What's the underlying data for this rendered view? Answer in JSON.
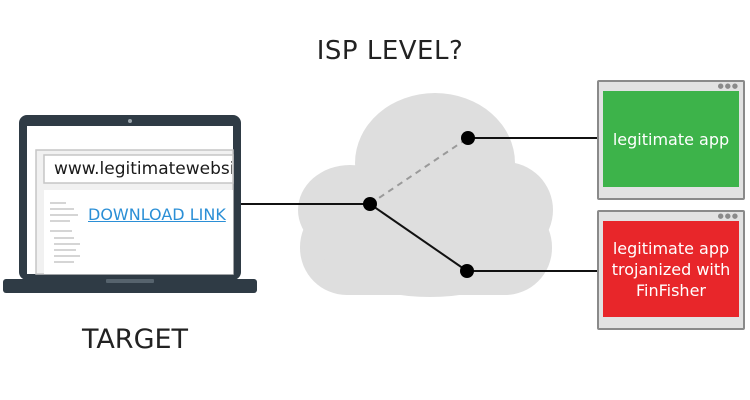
{
  "diagram": {
    "isp_label": "ISP LEVEL?",
    "target_label": "TARGET",
    "browser": {
      "url": "www.legitimatewebsite",
      "link_text": "DOWNLOAD LINK"
    },
    "apps": {
      "legitimate": {
        "label": "legitimate app",
        "color": "#3db34a"
      },
      "trojanized": {
        "label": "legitimate app trojanized with FinFisher",
        "color": "#e8262a"
      }
    },
    "colors": {
      "cloud": "#dedede",
      "laptop": "#2f3b45",
      "link": "#2b8fd6",
      "line": "#111111",
      "dashed_line": "#9a9a9a"
    }
  }
}
